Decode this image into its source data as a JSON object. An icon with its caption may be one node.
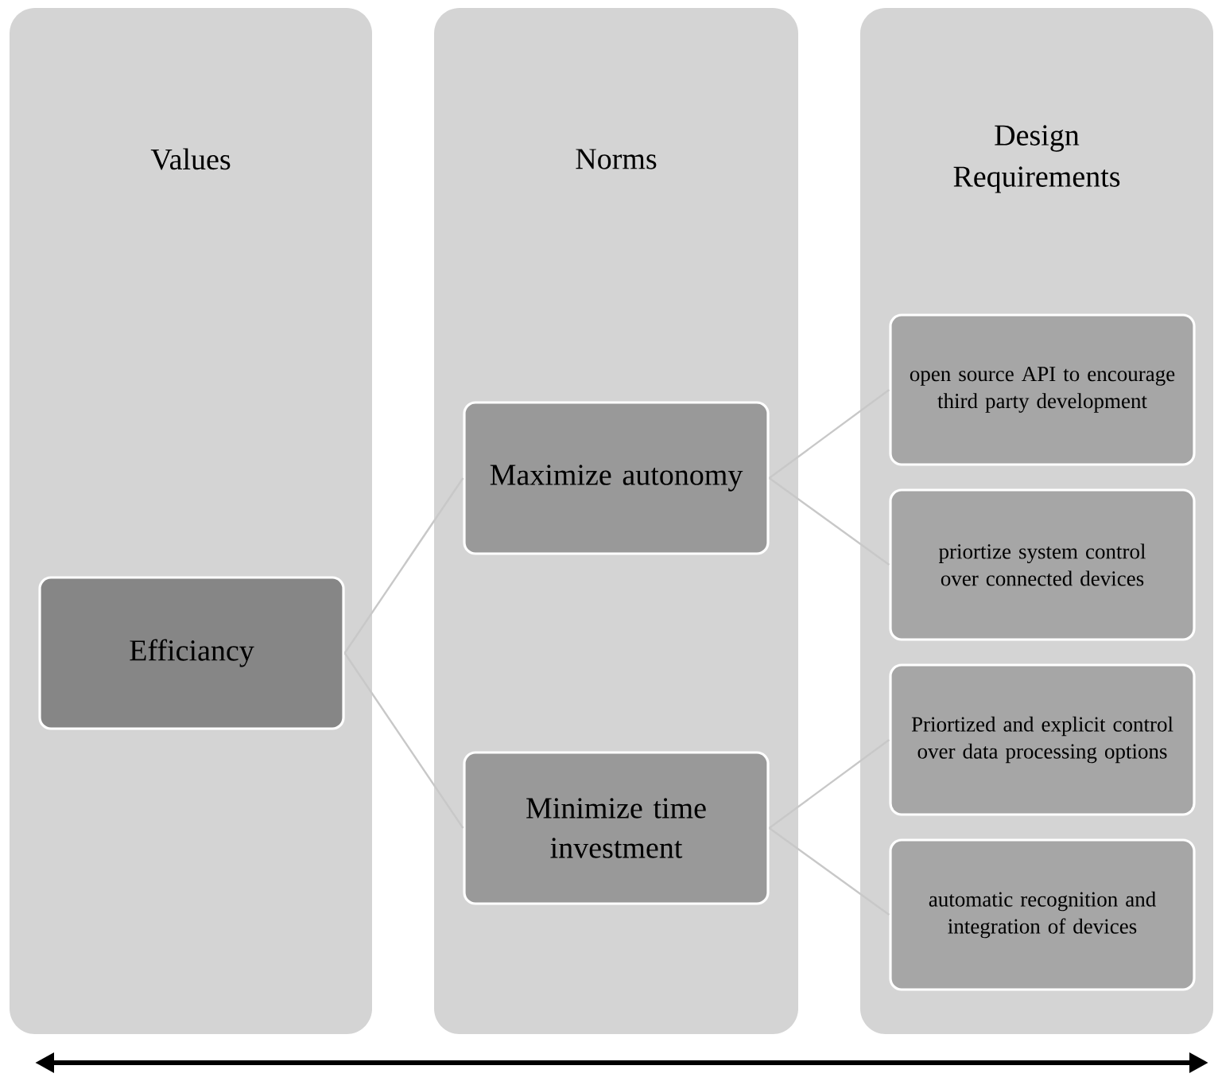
{
  "diagram": {
    "nodes": [
      {
        "text": [
          "Values"
        ]
      },
      {
        "text": [
          "Norms"
        ]
      },
      {
        "text": [
          "Design Requirements"
        ]
      },
      {
        "text": [
          "Efficiancy"
        ],
        "in": 0
      },
      {
        "text": [
          "Maximize autonomy"
        ],
        "in": 1
      },
      {
        "text": [
          "Minimize time investment"
        ],
        "in": 1
      },
      {
        "text": [
          "open source API to encourage third party development"
        ],
        "in": 2
      },
      {
        "text": [
          "priortize system control over connected devices"
        ],
        "in": 2
      },
      {
        "text": [
          "Priortized and explicit control over data processing options"
        ],
        "in": 2
      },
      {
        "text": [
          "automatic recognition and integration of devices"
        ],
        "in": 2
      }
    ],
    "edges": [
      {
        "from": 3,
        "to": 4,
        "arrow": "none"
      },
      {
        "from": 3,
        "to": 5,
        "arrow": "none"
      },
      {
        "from": 4,
        "to": 6,
        "arrow": "none"
      },
      {
        "from": 4,
        "to": 7,
        "arrow": "none"
      },
      {
        "from": 5,
        "to": 8,
        "arrow": "none"
      },
      {
        "from": 5,
        "to": 9,
        "arrow": "none"
      }
    ]
  }
}
